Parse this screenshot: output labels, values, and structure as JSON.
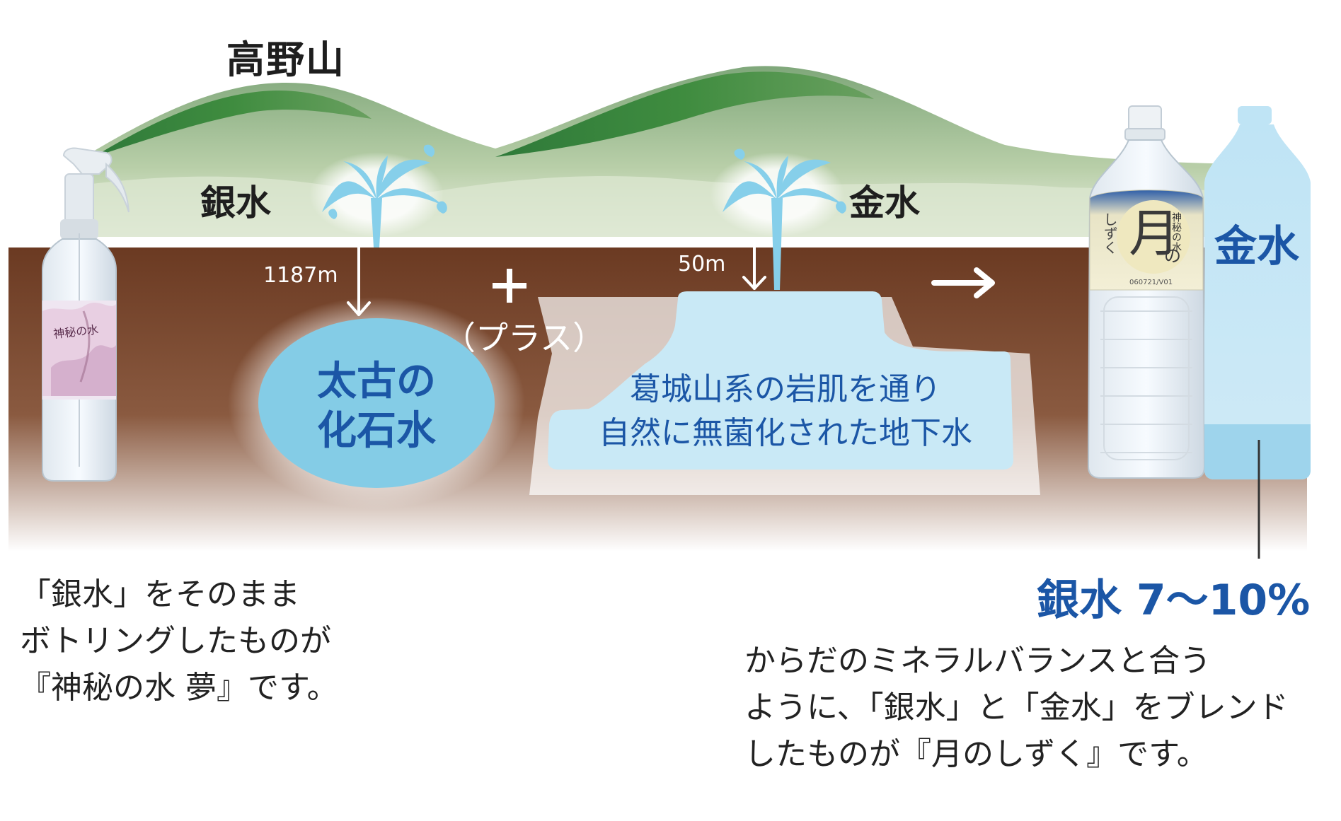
{
  "mountain": {
    "name": "高野山"
  },
  "sources": {
    "silver": {
      "label": "銀水",
      "depth": "1187m"
    },
    "gold": {
      "label": "金水",
      "depth": "50m"
    }
  },
  "operator": {
    "symbol": "＋",
    "reading": "（プラス）",
    "arrow": "→"
  },
  "reservoirs": {
    "ancient": {
      "line1": "太古の",
      "line2": "化石水"
    },
    "granite": {
      "line1": "葛城山系の岩肌を通り",
      "line2": "自然に無菌化された地下水"
    }
  },
  "products": {
    "spray_label": "神秘の水",
    "bottle_label": {
      "brand": "神秘の水",
      "name_main": "月",
      "name_sub": "の",
      "name_side": "しずく",
      "code": "060721/V01"
    },
    "ghost_bottle_label": "金水"
  },
  "blend": {
    "ratio": "銀水 7〜10%"
  },
  "notes": {
    "left": [
      "「銀水」をそのまま",
      "ボトリングしたものが",
      "『神秘の水 夢』です。"
    ],
    "right": [
      "からだのミネラルバランスと合う",
      "ように、「銀水」と「金水」をブレンド",
      "したものが『月のしずく』です。"
    ]
  },
  "colors": {
    "soil_top": "#6b3a22",
    "soil_bottom": "#ffffff",
    "mountain_dark": "#2f7a3a",
    "mountain_light": "#a8c49a",
    "water_blue": "#84cce6",
    "water_light": "#c9e9f6",
    "text_blue": "#1b56a6"
  }
}
